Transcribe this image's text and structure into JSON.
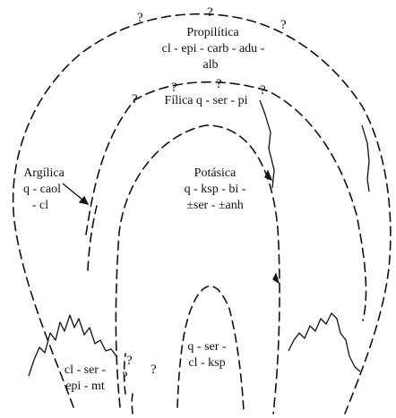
{
  "zones": {
    "propilitica": {
      "name": "Propilítica",
      "line1": "cl - epi - carb - adu -",
      "line2": "alb"
    },
    "filica": {
      "text": "Fílica q - ser - pi"
    },
    "argilica": {
      "name": "Argílica",
      "line1": "q - caol",
      "line2": "- cl"
    },
    "potasica": {
      "name": "Potásica",
      "line1": "q - ksp - bi -",
      "line2": "±ser - ±anh"
    },
    "core": {
      "line1": "q - ser -",
      "line2": "cl - ksp"
    },
    "lower_left": {
      "line1": "cl - ser -",
      "line2": "epi - mt"
    }
  },
  "question_mark": "?",
  "colors": {
    "line": "#111111",
    "background": "#ffffff"
  }
}
